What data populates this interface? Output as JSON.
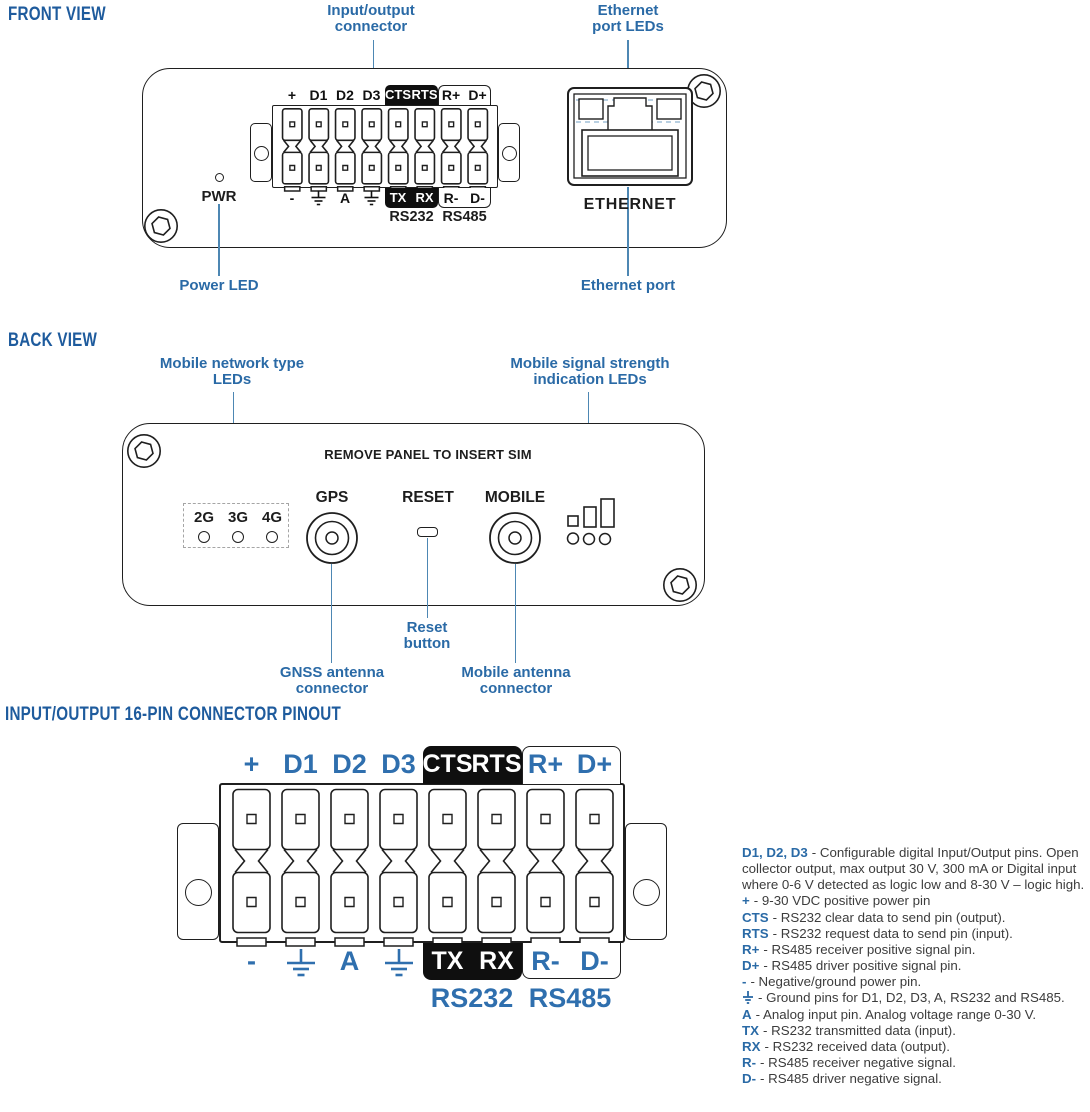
{
  "front_view": {
    "title": "FRONT VIEW",
    "callout_io_line1": "Input/output",
    "callout_io_line2": "connector",
    "callout_eth_leds_line1": "Ethernet",
    "callout_eth_leds_line2": "port LEDs",
    "pwr_label": "PWR",
    "power_led_label": "Power LED",
    "ethernet_label": "ETHERNET",
    "ethernet_port_label": "Ethernet port"
  },
  "back_view": {
    "title": "BACK VIEW",
    "callout_net_leds_line1": "Mobile network type",
    "callout_net_leds_line2": "LEDs",
    "callout_signal_line1": "Mobile signal strength",
    "callout_signal_line2": "indication LEDs",
    "panel_text": "REMOVE PANEL TO INSERT SIM",
    "leds": [
      "2G",
      "3G",
      "4G"
    ],
    "gps_label": "GPS",
    "reset_label": "RESET",
    "mobile_label": "MOBILE",
    "reset_button_line1": "Reset",
    "reset_button_line2": "button",
    "gnss_line1": "GNSS antenna",
    "gnss_line2": "connector",
    "mobile_ant_line1": "Mobile antenna",
    "mobile_ant_line2": "connector"
  },
  "connector": {
    "top": [
      "+",
      "D1",
      "D2",
      "D3",
      "CTS",
      "RTS",
      "R+",
      "D+"
    ],
    "bottom": [
      "-",
      "",
      "A",
      "",
      "TX",
      "RX",
      "R-",
      "D-"
    ],
    "ground_icon": "earth-ground-symbol",
    "rs232": "RS232",
    "rs485": "RS485"
  },
  "pinout": {
    "title": "INPUT/OUTPUT 16-PIN CONNECTOR PINOUT",
    "descriptions": [
      {
        "label": "D1, D2, D3",
        "text": "- Configurable digital Input/Output pins. Open collector output, max output 30 V, 300 mA or Digital input where 0-6 V detected as logic low and 8-30 V – logic high."
      },
      {
        "label": "+",
        "text": "- 9-30 VDC positive power pin"
      },
      {
        "label": "CTS",
        "text": "- RS232 clear data to send pin (output)."
      },
      {
        "label": "RTS",
        "text": "- RS232 request data to send pin (input)."
      },
      {
        "label": "R+",
        "text": "- RS485 receiver positive signal pin."
      },
      {
        "label": "D+",
        "text": "- RS485 driver positive signal pin."
      },
      {
        "label": "-",
        "text": "- Negative/ground power pin."
      },
      {
        "label": "",
        "icon": "ground-icon",
        "text": "- Ground pins for D1, D2, D3, A, RS232 and RS485."
      },
      {
        "label": "A",
        "text": "- Analog input pin. Analog voltage range 0-30 V."
      },
      {
        "label": "TX",
        "text": "- RS232 transmitted data (input)."
      },
      {
        "label": "RX",
        "text": "- RS232 received data (output)."
      },
      {
        "label": "R-",
        "text": "- RS485 receiver negative signal."
      },
      {
        "label": "D-",
        "text": "- RS485 driver negative signal."
      }
    ]
  },
  "colors": {
    "heading_blue": "#1e5b9d",
    "label_blue": "#2a6aa6",
    "pinout_blue": "#2f6fae",
    "leader_line_blue": "#4d87b3",
    "outline_black": "#1f1f1f",
    "box_black": "#0f0f0f"
  }
}
